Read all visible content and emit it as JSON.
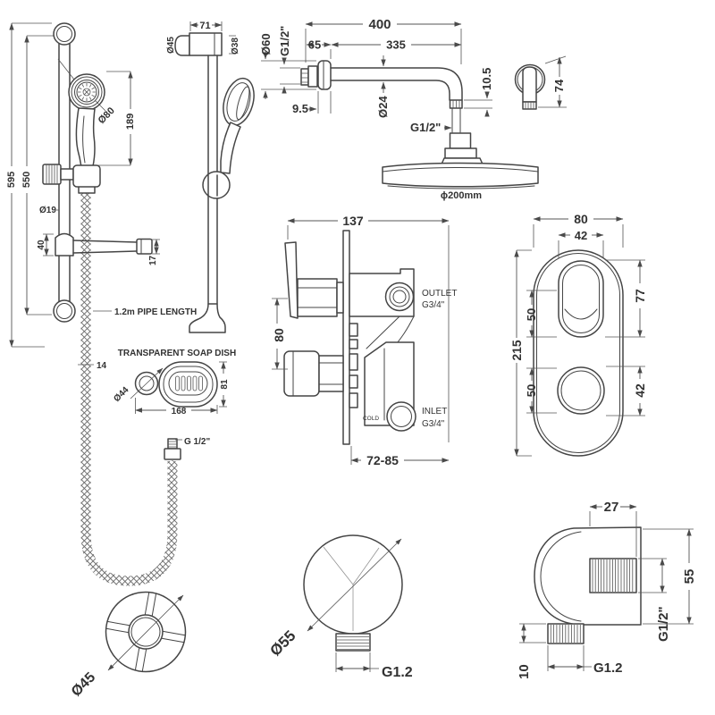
{
  "drawing": {
    "rail_front": {
      "overall_height": "595",
      "rail_height": "550",
      "handset_head_dia": "Ø80",
      "handset_length": "189",
      "rail_dia": "Ø19",
      "holder_height": "40",
      "holder_end": "17",
      "hose_note": "1.2m PIPE LENGTH",
      "hose_dia": "14",
      "hose_thread": "G 1/2\""
    },
    "rail_side": {
      "bracket_width": "71",
      "bracket_dia": "Ø45",
      "tube_dia": "Ø38"
    },
    "shower_arm": {
      "total_length": "400",
      "wall_offset": "65",
      "reach": "335",
      "flange_dia": "Ø60",
      "wall_thread": "G1/2\"",
      "flange_depth": "9.5",
      "tube_dia": "Ø24",
      "tip_length": "10.5",
      "outlet_thread": "G1/2\""
    },
    "shower_head": {
      "diameter": "ϕ200mm"
    },
    "top_elbow": {
      "height": "74"
    },
    "valve": {
      "width": "137",
      "handle_spacing": "80",
      "depth_range": "72-85",
      "outlet_label": "OUTLET",
      "outlet_thread": "G3/4\"",
      "inlet_label": "INLET",
      "inlet_thread": "G3/4\"",
      "cold_label": "COLD"
    },
    "faceplate": {
      "width": "80",
      "slot_width": "42",
      "height": "215",
      "upper_offset": "50",
      "lower_offset": "50",
      "upper_opening": "77",
      "lower_opening": "42"
    },
    "soap_dish": {
      "title": "TRANSPARENT SOAP DISH",
      "ring_dia": "Ø44",
      "width": "168",
      "height": "81"
    },
    "wall_bracket": {
      "dia": "Ø45"
    },
    "outlet_elbow_front": {
      "dia": "Ø55",
      "thread": "G1.2"
    },
    "outlet_elbow_side": {
      "boss_width": "27",
      "height": "55",
      "boss_thread": "G1/2\"",
      "stub_offset": "10",
      "stub_thread": "G1.2"
    }
  }
}
